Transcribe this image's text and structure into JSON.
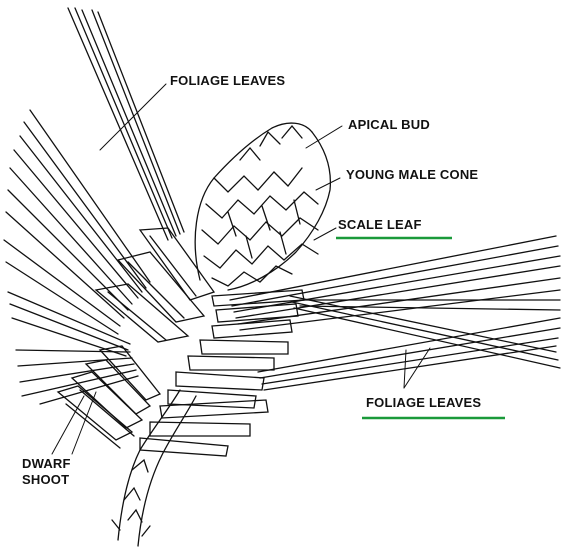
{
  "labels": {
    "foliage_leaves_top": "FOLIAGE LEAVES",
    "apical_bud": "APICAL BUD",
    "young_male_cone": "YOUNG MALE CONE",
    "scale_leaf": "SCALE LEAF",
    "foliage_leaves_bottom": "FOLIAGE LEAVES",
    "dwarf_shoot": "DWARF\nSHOOT"
  },
  "colors": {
    "ink": "#111111",
    "underline": "#1a9a3a",
    "background": "#ffffff"
  }
}
